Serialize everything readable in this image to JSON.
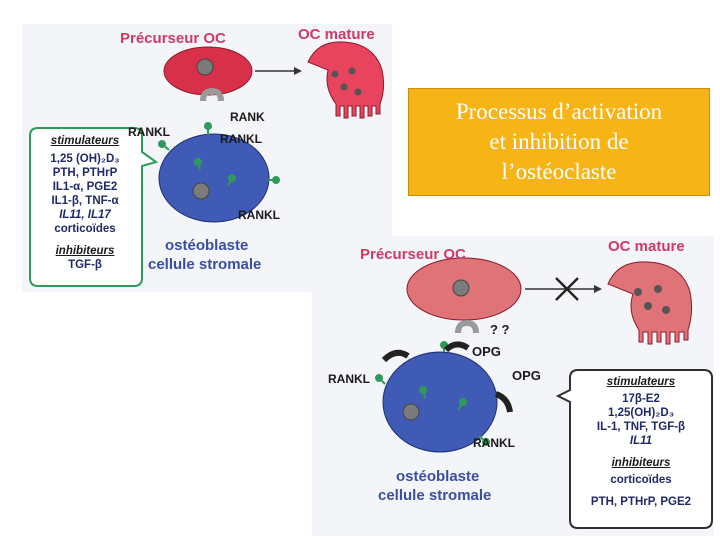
{
  "title": {
    "line1": "Processus d’activation",
    "line2": "et inhibition de",
    "line3": "l’ostéoclaste"
  },
  "top_panel": {
    "precursor": "Précurseur OC",
    "mature": "OC mature",
    "rank": "RANK",
    "rankl_left": "RANKL",
    "rankl_right": "RANKL",
    "rankl_bottom": "RANKL",
    "osteoblast_line1": "ostéoblaste",
    "osteoblast_line2": "cellule stromale",
    "stimulators_head": "stimulateurs",
    "stimulators": [
      "1,25 (OH)₂D₃",
      "PTH, PTHrP",
      "IL1-α, PGE2",
      "IL1-β, TNF-α",
      "IL11, IL17",
      "corticoïdes"
    ],
    "inhibitors_head": "inhibiteurs",
    "inhibitors": [
      "TGF-β"
    ]
  },
  "bottom_panel": {
    "precursor": "Précurseur OC",
    "mature": "OC mature",
    "unknown": "? ?",
    "opg_top": "OPG",
    "opg_right": "OPG",
    "rankl_left": "RANKL",
    "rankl_bottom": "RANKL",
    "osteoblast_line1": "ostéoblaste",
    "osteoblast_line2": "cellule stromale",
    "stimulators_head": "stimulateurs",
    "stimulators": [
      "17β-E2",
      "1,25(OH)₂D₃",
      "IL-1, TNF, TGF-β",
      "IL11"
    ],
    "inhibitors_head": "inhibiteurs",
    "inhibitors": [
      "corticoïdes",
      "PTH, PTHrP, PGE2"
    ]
  },
  "colors": {
    "title_bg": "#f7b417",
    "precursor_red": "#d9304a",
    "mature_pink": "#e8445e",
    "osteoblast_blue": "#3f5bb5",
    "callout_green": "#2f9a5a",
    "label_blue": "#3a4fa0",
    "label_pink": "#cf3a67"
  }
}
